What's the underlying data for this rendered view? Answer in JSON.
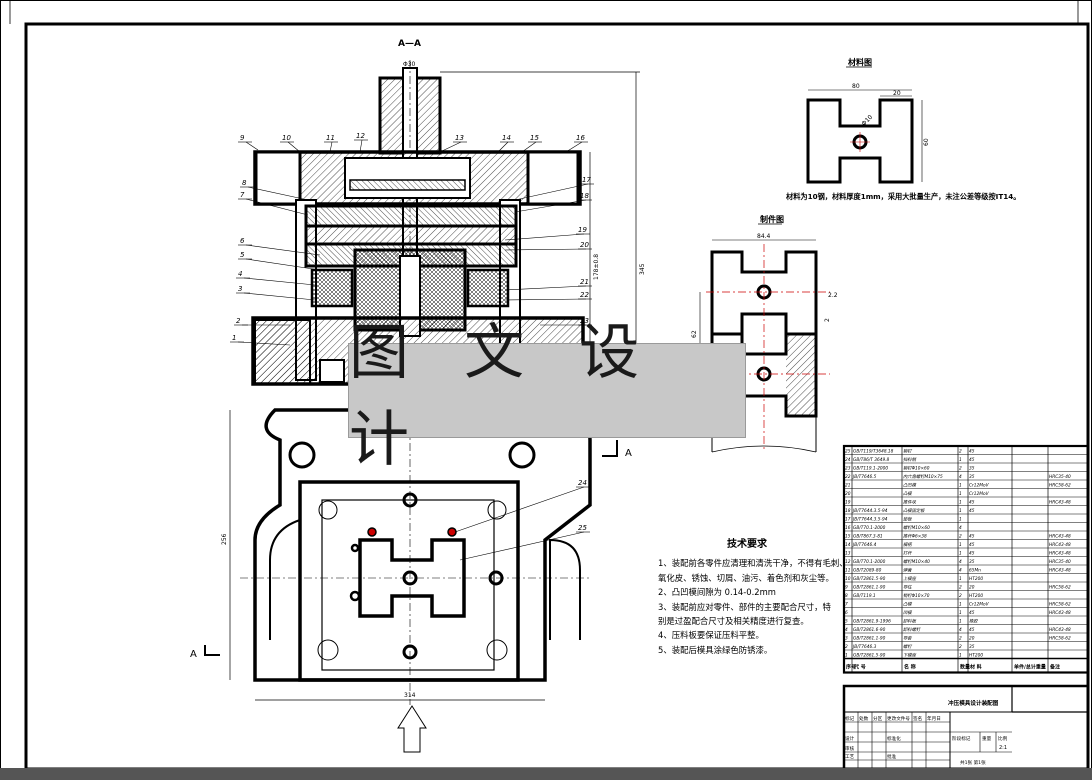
{
  "view_label": "A—A",
  "section_labels": {
    "left": "A",
    "right": "A"
  },
  "blank_title": "材料图",
  "part_title": "制件图",
  "material_note": "材料为10钢，材料厚度1mm，采用大批量生产，未注公差等级按IT14。",
  "dims": {
    "blank_width": "80",
    "blank_slot": "20",
    "blank_height": "60",
    "blank_hole": "Φ10",
    "part_width": "84.4",
    "part_d1": "2.2",
    "part_d2": "2",
    "part_height": "62",
    "die_top": "Φ30",
    "die_h1": "178±0.8",
    "die_h2": "345",
    "plan_height": "256",
    "plan_width": "314"
  },
  "callouts": [
    "1",
    "2",
    "3",
    "4",
    "5",
    "6",
    "7",
    "8",
    "9",
    "10",
    "11",
    "12",
    "13",
    "14",
    "15",
    "16",
    "17",
    "18",
    "19",
    "20",
    "21",
    "22",
    "23",
    "24",
    "25"
  ],
  "watermark": "图 文 设 计",
  "requirements": {
    "title": "技术要求",
    "items": [
      "1、装配前各零件应清理和清洗干净，不得有毛刺、",
      "氧化皮、锈蚀、切屑、油污、着色剂和灰尘等。",
      "2、凸凹模间隙为  0.14-0.2mm",
      "3、装配前应对零件、部件的主要配合尺寸，特",
      "别是过盈配合尺寸及相关精度进行复查。",
      "4、压料板要保证压料平整。",
      "5、装配后模具涂绿色防锈漆。"
    ]
  },
  "bom": {
    "headers": [
      "序号",
      "代  号",
      "名  称",
      "数量",
      "材  料",
      "单件/总计重量",
      "备注"
    ],
    "rows": [
      {
        "no": "25",
        "code": "GB/T119/T3648.18",
        "name": "销钉",
        "qty": "2",
        "mat": "45",
        "note": ""
      },
      {
        "no": "24",
        "code": "GB/T86/T 3649.8",
        "name": "挡料销",
        "qty": "1",
        "mat": "45",
        "note": ""
      },
      {
        "no": "23",
        "code": "GB/T119.1-2000",
        "name": "销钉Φ10×60",
        "qty": "2",
        "mat": "35",
        "note": ""
      },
      {
        "no": "22",
        "code": "JB/T7646.5",
        "name": "内六角螺钉M10×75",
        "qty": "4",
        "mat": "35",
        "note": "HRC35-40"
      },
      {
        "no": "21",
        "code": "",
        "name": "凸凹模",
        "qty": "1",
        "mat": "Cr12MoV",
        "note": "HRC58-62"
      },
      {
        "no": "20",
        "code": "",
        "name": "凸模",
        "qty": "1",
        "mat": "Cr12MoV",
        "note": ""
      },
      {
        "no": "19",
        "code": "",
        "name": "推件块",
        "qty": "1",
        "mat": "45",
        "note": "HRC43-48"
      },
      {
        "no": "18",
        "code": "JB/T7644.3.5-94",
        "name": "凸模固定板",
        "qty": "1",
        "mat": "45",
        "note": ""
      },
      {
        "no": "17",
        "code": "JB/T7644.3.5-94",
        "name": "垫板",
        "qty": "1",
        "mat": "",
        "note": ""
      },
      {
        "no": "16",
        "code": "GB/T70.1-2000",
        "name": "螺钉M10×60",
        "qty": "4",
        "mat": "",
        "note": ""
      },
      {
        "no": "15",
        "code": "GB/T867.3-81",
        "name": "推杆Φ6×38",
        "qty": "2",
        "mat": "45",
        "note": "HRC43-48"
      },
      {
        "no": "14",
        "code": "JB/T7646.4",
        "name": "模柄",
        "qty": "1",
        "mat": "45",
        "note": "HRC43-48"
      },
      {
        "no": "13",
        "code": "",
        "name": "打杆",
        "qty": "1",
        "mat": "45",
        "note": "HRC43-48"
      },
      {
        "no": "12",
        "code": "GB/T70.1-2000",
        "name": "螺钉M10×40",
        "qty": "4",
        "mat": "35",
        "note": "HRC35-40"
      },
      {
        "no": "11",
        "code": "GB/T2089-80",
        "name": "弹簧",
        "qty": "4",
        "mat": "65Mn",
        "note": "HRC43-48"
      },
      {
        "no": "10",
        "code": "GB/T2861.5-90",
        "name": "上模座",
        "qty": "1",
        "mat": "HT200",
        "note": ""
      },
      {
        "no": "9",
        "code": "GB/T2861.1-90",
        "name": "导柱",
        "qty": "2",
        "mat": "20",
        "note": "HRC58-62"
      },
      {
        "no": "8",
        "code": "GB/T119.1",
        "name": "销钉Φ10×70",
        "qty": "2",
        "mat": "HT200",
        "note": ""
      },
      {
        "no": "7",
        "code": "",
        "name": "凸模",
        "qty": "1",
        "mat": "Cr12MoV",
        "note": "HRC58-62"
      },
      {
        "no": "6",
        "code": "",
        "name": "凹模",
        "qty": "1",
        "mat": "45",
        "note": "HRC43-48"
      },
      {
        "no": "5",
        "code": "GB/T2861.9-1996",
        "name": "卸料板",
        "qty": "1",
        "mat": "橡胶",
        "note": ""
      },
      {
        "no": "4",
        "code": "GB/T2861.6-90",
        "name": "卸料螺钉",
        "qty": "4",
        "mat": "45",
        "note": "HRC43-48"
      },
      {
        "no": "3",
        "code": "GB/T2861.1-90",
        "name": "导套",
        "qty": "2",
        "mat": "20",
        "note": "HRC58-62"
      },
      {
        "no": "2",
        "code": "JB/T7646.3",
        "name": "螺钉",
        "qty": "2",
        "mat": "35",
        "note": ""
      },
      {
        "no": "1",
        "code": "GB/T2861.5-90",
        "name": "下模座",
        "qty": "1",
        "mat": "HT200",
        "note": ""
      }
    ]
  },
  "title_block": {
    "drawing_title": "冲压模具设计装配图",
    "labels": [
      "标记",
      "处数",
      "分区",
      "更改文件号",
      "签名",
      "年月日",
      "设计",
      "标准化",
      "审核",
      "工艺",
      "批准",
      "阶段标记",
      "重量",
      "比例"
    ],
    "scale": "2:1",
    "sheet": "共1张 第1张"
  },
  "colors": {
    "line": "#000000",
    "centerline": "#e00000",
    "hatch": "#000000",
    "watermark_bg": "#c8c8c8"
  }
}
